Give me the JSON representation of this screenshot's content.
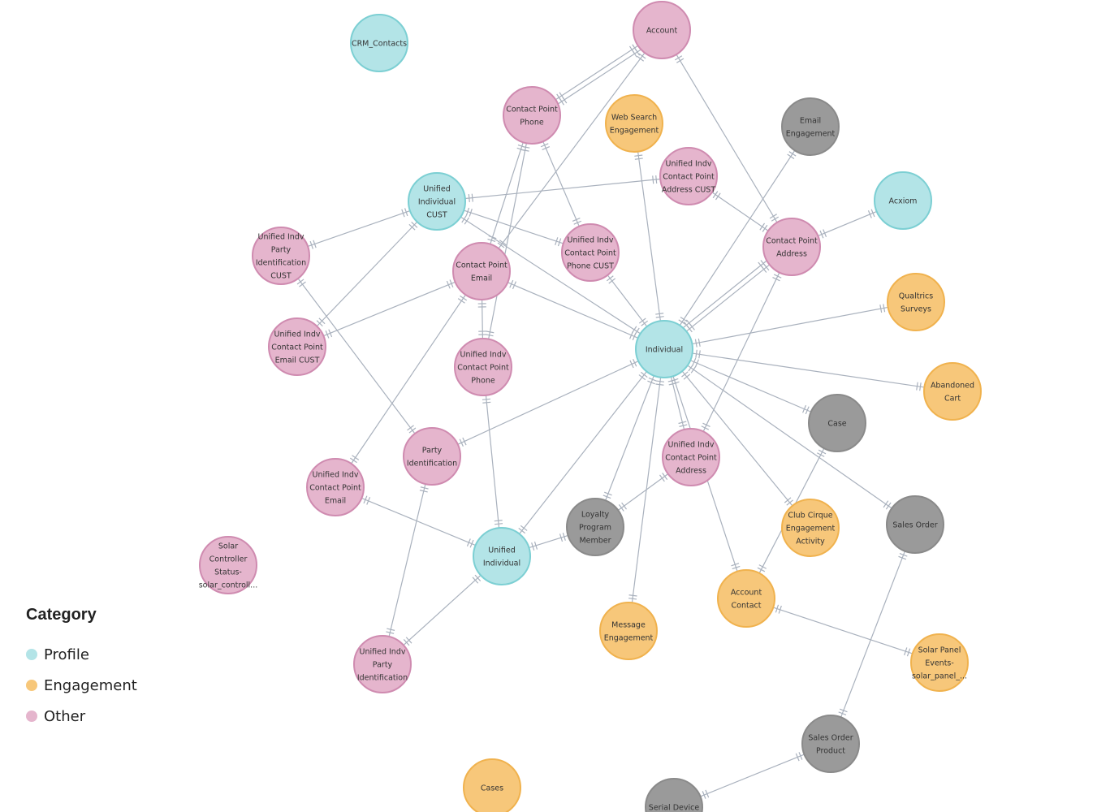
{
  "legend": {
    "title": "Category",
    "items": [
      {
        "name": "Profile",
        "color": "#b3e4e7"
      },
      {
        "name": "Engagement",
        "color": "#f7c77a"
      },
      {
        "name": "Other",
        "color": "#e5b5cd"
      }
    ]
  },
  "category_styles": {
    "profile": {
      "fill": "#b3e4e7",
      "stroke": "#7ccfd3"
    },
    "engagement": {
      "fill": "#f7c77a",
      "stroke": "#f0b24e"
    },
    "other": {
      "fill": "#e5b5cd",
      "stroke": "#cf8bb0"
    },
    "inactive": {
      "fill": "#9a9a9a",
      "stroke": "#8a8a8a"
    }
  },
  "nodes": [
    {
      "id": "crm_contacts",
      "label": [
        "CRM_Contacts"
      ],
      "category": "profile"
    },
    {
      "id": "account",
      "label": [
        "Account"
      ],
      "category": "other"
    },
    {
      "id": "cp_phone",
      "label": [
        "Contact Point",
        "Phone"
      ],
      "category": "other"
    },
    {
      "id": "web_search",
      "label": [
        "Web Search",
        "Engagement"
      ],
      "category": "engagement"
    },
    {
      "id": "email_eng",
      "label": [
        "Email",
        "Engagement"
      ],
      "category": "inactive"
    },
    {
      "id": "uicpa_cust",
      "label": [
        "Unified Indv",
        "Contact Point",
        "Address CUST"
      ],
      "category": "other"
    },
    {
      "id": "ui_cust",
      "label": [
        "Unified",
        "Individual",
        "CUST"
      ],
      "category": "profile"
    },
    {
      "id": "acxiom",
      "label": [
        "Acxiom"
      ],
      "category": "profile"
    },
    {
      "id": "uip_cust",
      "label": [
        "Unified Indv",
        "Party",
        "Identification",
        "CUST"
      ],
      "category": "other"
    },
    {
      "id": "uicpp_cust",
      "label": [
        "Unified Indv",
        "Contact Point",
        "Phone CUST"
      ],
      "category": "other"
    },
    {
      "id": "cp_address",
      "label": [
        "Contact Point",
        "Address"
      ],
      "category": "other"
    },
    {
      "id": "cp_email",
      "label": [
        "Contact Point",
        "Email"
      ],
      "category": "other"
    },
    {
      "id": "qualtrics",
      "label": [
        "Qualtrics",
        "Surveys"
      ],
      "category": "engagement"
    },
    {
      "id": "uicpe_cust",
      "label": [
        "Unified Indv",
        "Contact Point",
        "Email CUST"
      ],
      "category": "other"
    },
    {
      "id": "uicp_phone",
      "label": [
        "Unified Indv",
        "Contact Point",
        "Phone"
      ],
      "category": "other"
    },
    {
      "id": "individual",
      "label": [
        "Individual"
      ],
      "category": "profile"
    },
    {
      "id": "abandoned",
      "label": [
        "Abandoned",
        "Cart"
      ],
      "category": "engagement"
    },
    {
      "id": "case",
      "label": [
        "Case"
      ],
      "category": "inactive"
    },
    {
      "id": "party_id",
      "label": [
        "Party",
        "Identification"
      ],
      "category": "other"
    },
    {
      "id": "uicp_address",
      "label": [
        "Unified Indv",
        "Contact Point",
        "Address"
      ],
      "category": "other"
    },
    {
      "id": "uicp_email",
      "label": [
        "Unified Indv",
        "Contact Point",
        "Email"
      ],
      "category": "other"
    },
    {
      "id": "loyalty",
      "label": [
        "Loyalty",
        "Program",
        "Member"
      ],
      "category": "inactive"
    },
    {
      "id": "club_cirque",
      "label": [
        "Club Cirque",
        "Engagement",
        "Activity"
      ],
      "category": "engagement"
    },
    {
      "id": "sales_order",
      "label": [
        "Sales Order"
      ],
      "category": "inactive"
    },
    {
      "id": "solar_ctrl",
      "label": [
        "Solar",
        "Controller",
        "Status-",
        "solar_controll..."
      ],
      "category": "other"
    },
    {
      "id": "unified_ind",
      "label": [
        "Unified",
        "Individual"
      ],
      "category": "profile"
    },
    {
      "id": "account_contact",
      "label": [
        "Account",
        "Contact"
      ],
      "category": "engagement"
    },
    {
      "id": "message_eng",
      "label": [
        "Message",
        "Engagement"
      ],
      "category": "engagement"
    },
    {
      "id": "uip_id",
      "label": [
        "Unified Indv",
        "Party",
        "Identification"
      ],
      "category": "other"
    },
    {
      "id": "solar_panel",
      "label": [
        "Solar Panel",
        "Events-",
        "solar_panel_..."
      ],
      "category": "engagement"
    },
    {
      "id": "sales_order_product",
      "label": [
        "Sales Order",
        "Product"
      ],
      "category": "inactive"
    },
    {
      "id": "cases",
      "label": [
        "Cases"
      ],
      "category": "engagement"
    },
    {
      "id": "bottom_gray",
      "label": [
        "Serial Device"
      ],
      "category": "inactive"
    }
  ],
  "edges": [
    [
      "cp_phone",
      "account"
    ],
    [
      "cp_phone",
      "account"
    ],
    [
      "cp_email",
      "account"
    ],
    [
      "account",
      "cp_address"
    ],
    [
      "cp_phone",
      "cp_email"
    ],
    [
      "cp_phone",
      "uicpp_cust"
    ],
    [
      "cp_phone",
      "uicp_phone"
    ],
    [
      "web_search",
      "individual"
    ],
    [
      "email_eng",
      "individual"
    ],
    [
      "uicpa_cust",
      "ui_cust"
    ],
    [
      "uicpa_cust",
      "cp_address"
    ],
    [
      "ui_cust",
      "uip_cust"
    ],
    [
      "ui_cust",
      "uicpe_cust"
    ],
    [
      "ui_cust",
      "uicpp_cust"
    ],
    [
      "ui_cust",
      "individual"
    ],
    [
      "acxiom",
      "cp_address"
    ],
    [
      "uip_cust",
      "party_id"
    ],
    [
      "uicpp_cust",
      "individual"
    ],
    [
      "cp_address",
      "individual"
    ],
    [
      "cp_address",
      "individual"
    ],
    [
      "cp_address",
      "uicp_address"
    ],
    [
      "cp_email",
      "uicpe_cust"
    ],
    [
      "cp_email",
      "individual"
    ],
    [
      "cp_email",
      "uicp_phone"
    ],
    [
      "cp_email",
      "uicp_email"
    ],
    [
      "qualtrics",
      "individual"
    ],
    [
      "uicp_phone",
      "unified_ind"
    ],
    [
      "individual",
      "abandoned"
    ],
    [
      "individual",
      "case"
    ],
    [
      "individual",
      "party_id"
    ],
    [
      "individual",
      "uicp_address"
    ],
    [
      "individual",
      "loyalty"
    ],
    [
      "individual",
      "club_cirque"
    ],
    [
      "individual",
      "sales_order"
    ],
    [
      "individual",
      "unified_ind"
    ],
    [
      "individual",
      "message_eng"
    ],
    [
      "individual",
      "account_contact"
    ],
    [
      "case",
      "account_contact"
    ],
    [
      "party_id",
      "uip_id"
    ],
    [
      "uicp_address",
      "loyalty"
    ],
    [
      "uicp_email",
      "unified_ind"
    ],
    [
      "loyalty",
      "unified_ind"
    ],
    [
      "unified_ind",
      "uip_id"
    ],
    [
      "account_contact",
      "solar_panel"
    ],
    [
      "sales_order",
      "sales_order_product"
    ],
    [
      "sales_order_product",
      "bottom_gray"
    ]
  ]
}
